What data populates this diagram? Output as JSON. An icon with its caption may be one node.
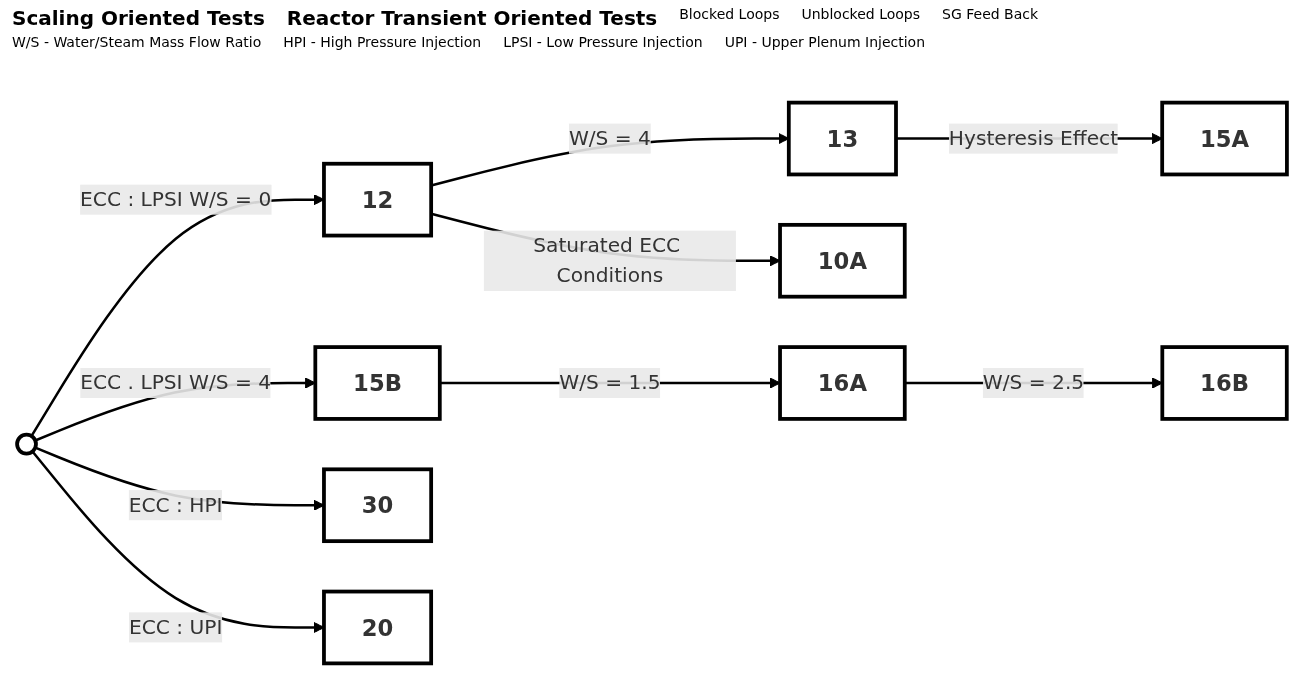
{
  "diagram": {
    "nodes": [
      {
        "text": [
          "13"
        ]
      },
      {
        "text": [
          "12"
        ]
      },
      {
        "text": [
          "15B"
        ]
      },
      {
        "text": [
          "16A"
        ]
      },
      {
        "text": [],
        "shape": "circle"
      },
      {
        "text": [
          "15A"
        ]
      },
      {
        "text": [
          "10A"
        ]
      },
      {
        "text": [
          "16B"
        ]
      },
      {
        "text": [
          "30"
        ]
      },
      {
        "text": [
          "20"
        ]
      }
    ],
    "edges": [
      {
        "from": 1,
        "to": 0,
        "arrow": "to",
        "label": "W/S = 4"
      },
      {
        "from": 4,
        "to": 1,
        "arrow": "to",
        "label": "ECC : LPSI W/S = 0"
      },
      {
        "from": 4,
        "to": 2,
        "arrow": "to",
        "label": "ECC . LPSI W/S = 4"
      },
      {
        "from": 0,
        "to": 5,
        "arrow": "to",
        "label": "Hysteresis Effect"
      },
      {
        "from": 1,
        "to": 6,
        "arrow": "to",
        "label": "Saturated ECC Conditions"
      },
      {
        "from": 2,
        "to": 3,
        "arrow": "to",
        "label": "W/S = 1.5"
      },
      {
        "from": 3,
        "to": 7,
        "arrow": "to",
        "label": "W/S = 2.5"
      },
      {
        "from": 4,
        "to": 8,
        "arrow": "to",
        "label": "ECC : HPI"
      },
      {
        "from": 4,
        "to": 9,
        "arrow": "to",
        "label": "ECC : UPI"
      }
    ],
    "labels": [
      "Scaling Oriented Tests",
      "Reactor Transient Oriented Tests",
      "Blocked Loops",
      "Unblocked Loops",
      "SG Feed Back",
      "W/S - Water/Steam Mass Flow Ratio",
      "HPI - High Pressure Injection",
      "LPSI - Low Pressure Injection",
      "UPI - Upper Plenum Injection"
    ]
  }
}
